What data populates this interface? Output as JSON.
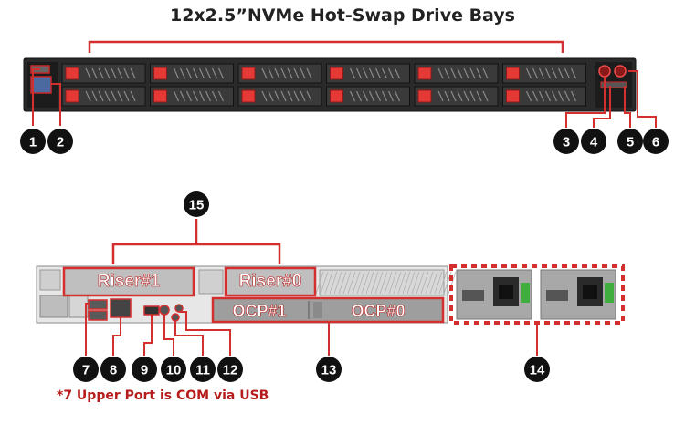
{
  "title": "12x2.5”NVMe Hot-Swap Drive Bays",
  "note": "*7 Upper Port is COM via USB",
  "labels": {
    "riser1": "Riser#1",
    "riser0": "Riser#0",
    "ocp1": "OCP#1",
    "ocp0": "OCP#0"
  },
  "callouts": [
    "1",
    "2",
    "3",
    "4",
    "5",
    "6",
    "7",
    "8",
    "9",
    "10",
    "11",
    "12",
    "13",
    "14",
    "15"
  ],
  "colors": {
    "accent": "#d32f2f",
    "chassis": "#2b2b2b",
    "callout_fill": "#111111"
  }
}
